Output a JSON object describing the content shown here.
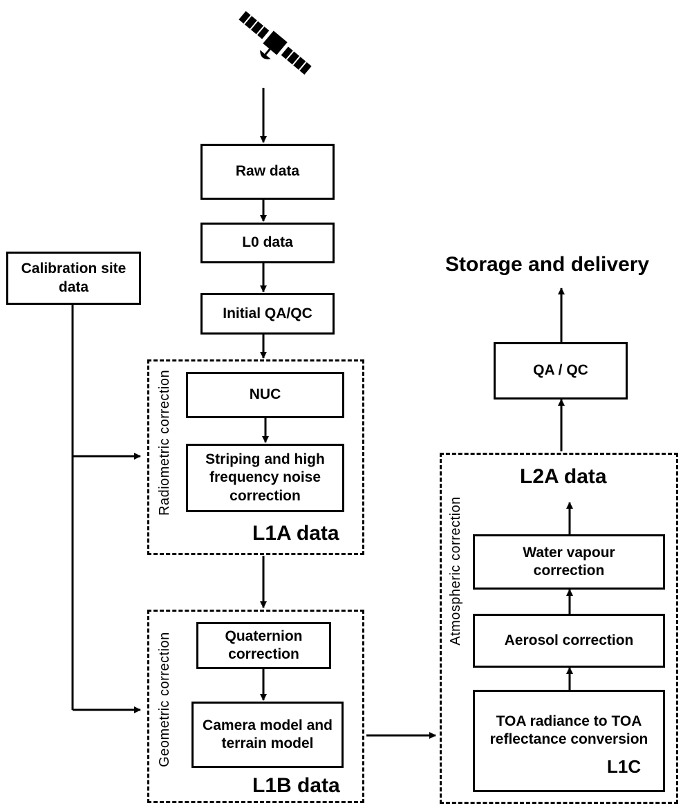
{
  "boxes": {
    "raw_data": "Raw data",
    "l0_data": "L0 data",
    "initial_qa": "Initial QA/QC",
    "calibration": "Calibration site data",
    "nuc": "NUC",
    "striping": "Striping and high frequency noise correction",
    "quaternion": "Quaternion correction",
    "camera": "Camera model and terrain model",
    "qa_qc": "QA / QC",
    "water": "Water vapour correction",
    "aerosol": "Aerosol correction",
    "toa": "TOA radiance to TOA reflectance conversion"
  },
  "labels": {
    "l1a": "L1A data",
    "l1b": "L1B data",
    "l2a": "L2A data",
    "l1c": "L1C",
    "storage": "Storage and delivery",
    "radiometric": "Radiometric   correction",
    "geometric": "Geometric   correction",
    "atmospheric": "Atmospheric   correction"
  },
  "icons": {
    "satellite": "satellite-icon"
  }
}
